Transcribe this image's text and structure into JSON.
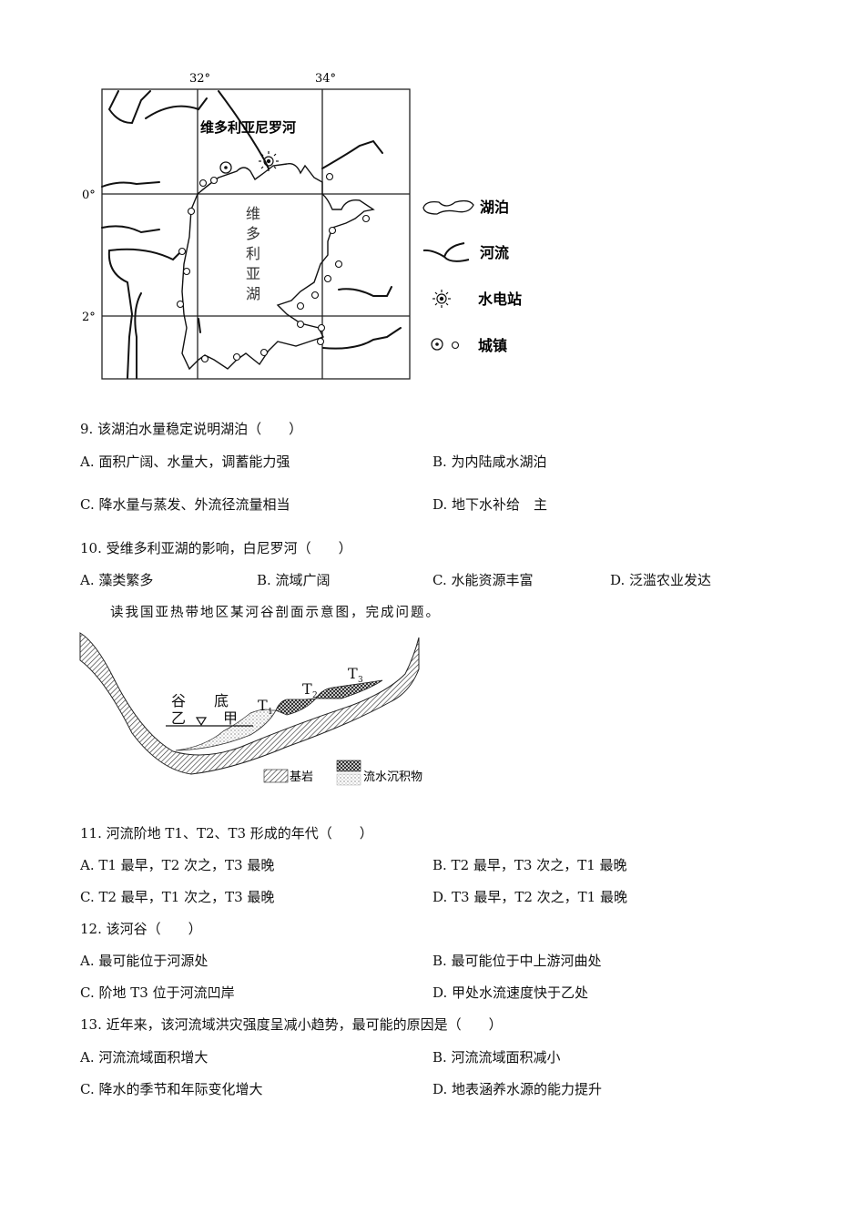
{
  "map": {
    "lon_labels": [
      "32°",
      "34°"
    ],
    "lat_labels": [
      "0°",
      "2°"
    ],
    "river_label": "维多利亚尼罗河",
    "lake_label": [
      "维",
      "多",
      "利",
      "亚",
      "湖"
    ],
    "legend": [
      {
        "icon": "lake-icon",
        "label": "湖泊"
      },
      {
        "icon": "river-icon",
        "label": "河流"
      },
      {
        "icon": "hydropower-station-icon",
        "label": "水电站"
      },
      {
        "icon": "town-icon",
        "label": "城镇"
      }
    ]
  },
  "questions": [
    {
      "stem": "9. 该湖泊水量稳定说明湖泊（　　）",
      "options": [
        "A. 面积广阔、水量大，调蓄能力强",
        "B. 为内陆咸水湖泊",
        "C. 降水量与蒸发、外流径流量相当",
        "D. 地下水补给　主"
      ]
    },
    {
      "stem": "10. 受维多利亚湖的影响，白尼罗河（　　）",
      "options": [
        "A. 藻类繁多",
        "B. 流域广阔",
        "C. 水能资源丰富",
        "D. 泛滥农业发达"
      ]
    }
  ],
  "intro": "读我国亚热带地区某河谷剖面示意图，完成问题。",
  "valley": {
    "labels": {
      "gu": "谷",
      "di": "底",
      "yi": "乙",
      "jia": "甲",
      "t1": "T",
      "t2": "T",
      "t3": "T",
      "s1": "1",
      "s2": "2",
      "s3": "3"
    },
    "legend": {
      "bedrock": "基岩",
      "sediment": "流水沉积物"
    }
  },
  "questions2": [
    {
      "stem": "11. 河流阶地 T1、T2、T3 形成的年代（　　）",
      "options": [
        "A. T1 最早，T2 次之，T3 最晚",
        "B. T2 最早，T3 次之，T1 最晚",
        "C. T2 最早，T1 次之，T3 最晚",
        "D. T3 最早，T2 次之，T1 最晚"
      ]
    },
    {
      "stem": "12. 该河谷（　　）",
      "options": [
        "A. 最可能位于河源处",
        "B. 最可能位于中上游河曲处",
        "C. 阶地 T3 位于河流凹岸",
        "D. 甲处水流速度快于乙处"
      ]
    },
    {
      "stem": "13. 近年来，该河流域洪灾强度呈减小趋势，最可能的原因是（　　）",
      "options": [
        "A. 河流流域面积增大",
        "B. 河流流域面积减小",
        "C. 降水的季节和年际变化增大",
        "D. 地表涵养水源的能力提升"
      ]
    }
  ]
}
